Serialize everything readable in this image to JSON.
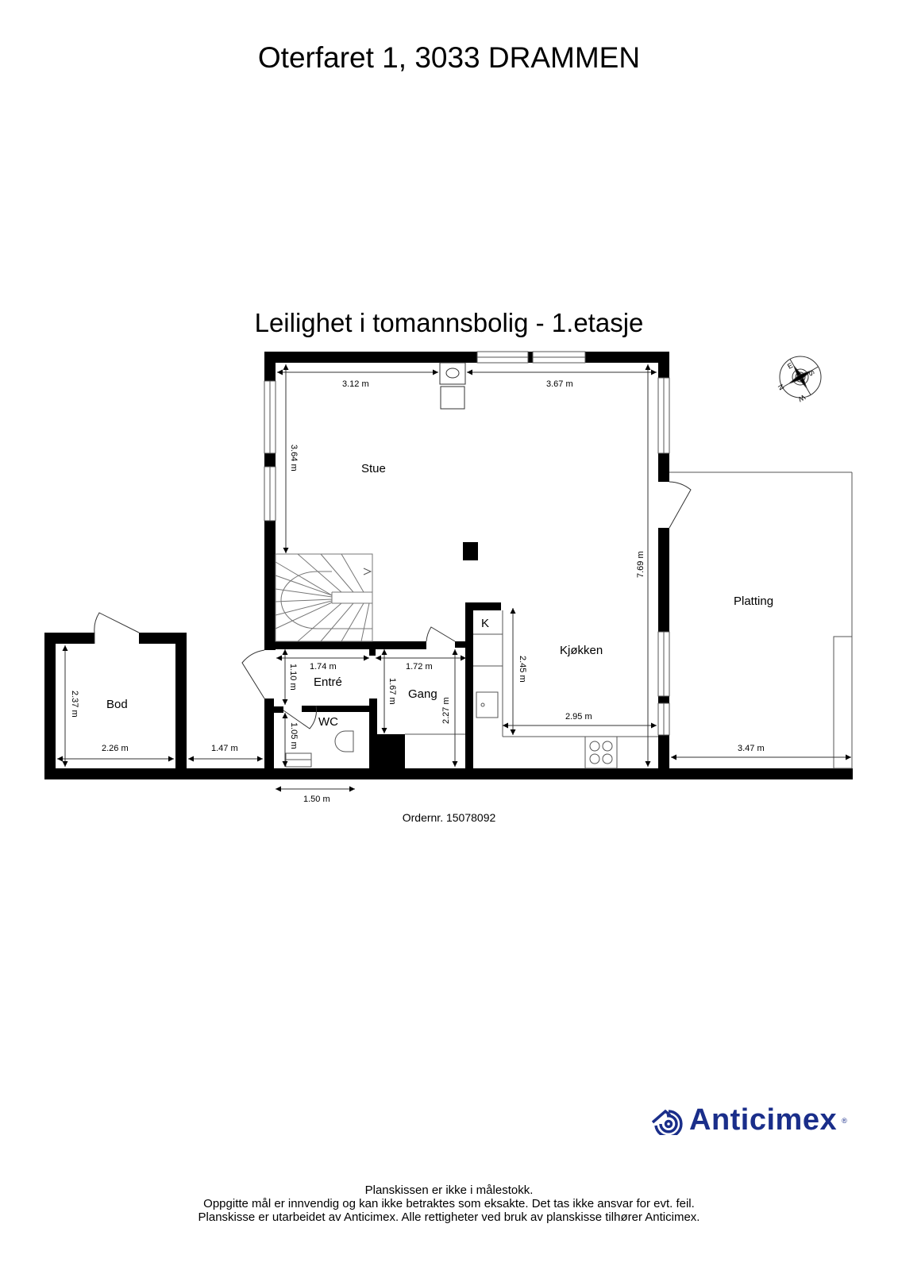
{
  "header": {
    "title": "Oterfaret 1, 3033 DRAMMEN",
    "subtitle": "Leilighet i tomannsbolig - 1.etasje"
  },
  "compass": {
    "labels": [
      "E",
      "S",
      "N",
      "W"
    ]
  },
  "rooms": {
    "stue": "Stue",
    "kjokken": "Kjøkken",
    "k": "K",
    "platting": "Platting",
    "bod": "Bod",
    "entre": "Entré",
    "gang": "Gang",
    "wc": "WC"
  },
  "dimensions": {
    "stue_width_left": "3.12 m",
    "stue_width_right": "3.67 m",
    "stue_depth": "3.64 m",
    "total_depth": "7.69 m",
    "kjokken_depth": "2.45 m",
    "kjokken_width": "2.95 m",
    "platting_width": "3.47 m",
    "bod_depth": "2.37 m",
    "bod_width": "2.26 m",
    "outdoor_gap": "1.47 m",
    "entre_width": "1.74 m",
    "entre_depth": "1.10 m",
    "gang_width": "1.72 m",
    "gang_depth": "1.67 m",
    "gang_total_depth": "2.27 m",
    "wc_depth": "1.05 m",
    "wc_width": "1.50 m"
  },
  "footer": {
    "order_number": "Ordernr. 15078092",
    "brand": "Anticimex",
    "brand_color": "#1a2e8a",
    "disclaimer_lines": [
      "Planskissen er ikke i målestokk.",
      "Oppgitte mål er innvendig og kan ikke betraktes som eksakte. Det tas ikke ansvar for evt. feil.",
      "Planskisse er utarbeidet av Anticimex. Alle rettigheter ved bruk av planskisse tilhører Anticimex."
    ]
  }
}
